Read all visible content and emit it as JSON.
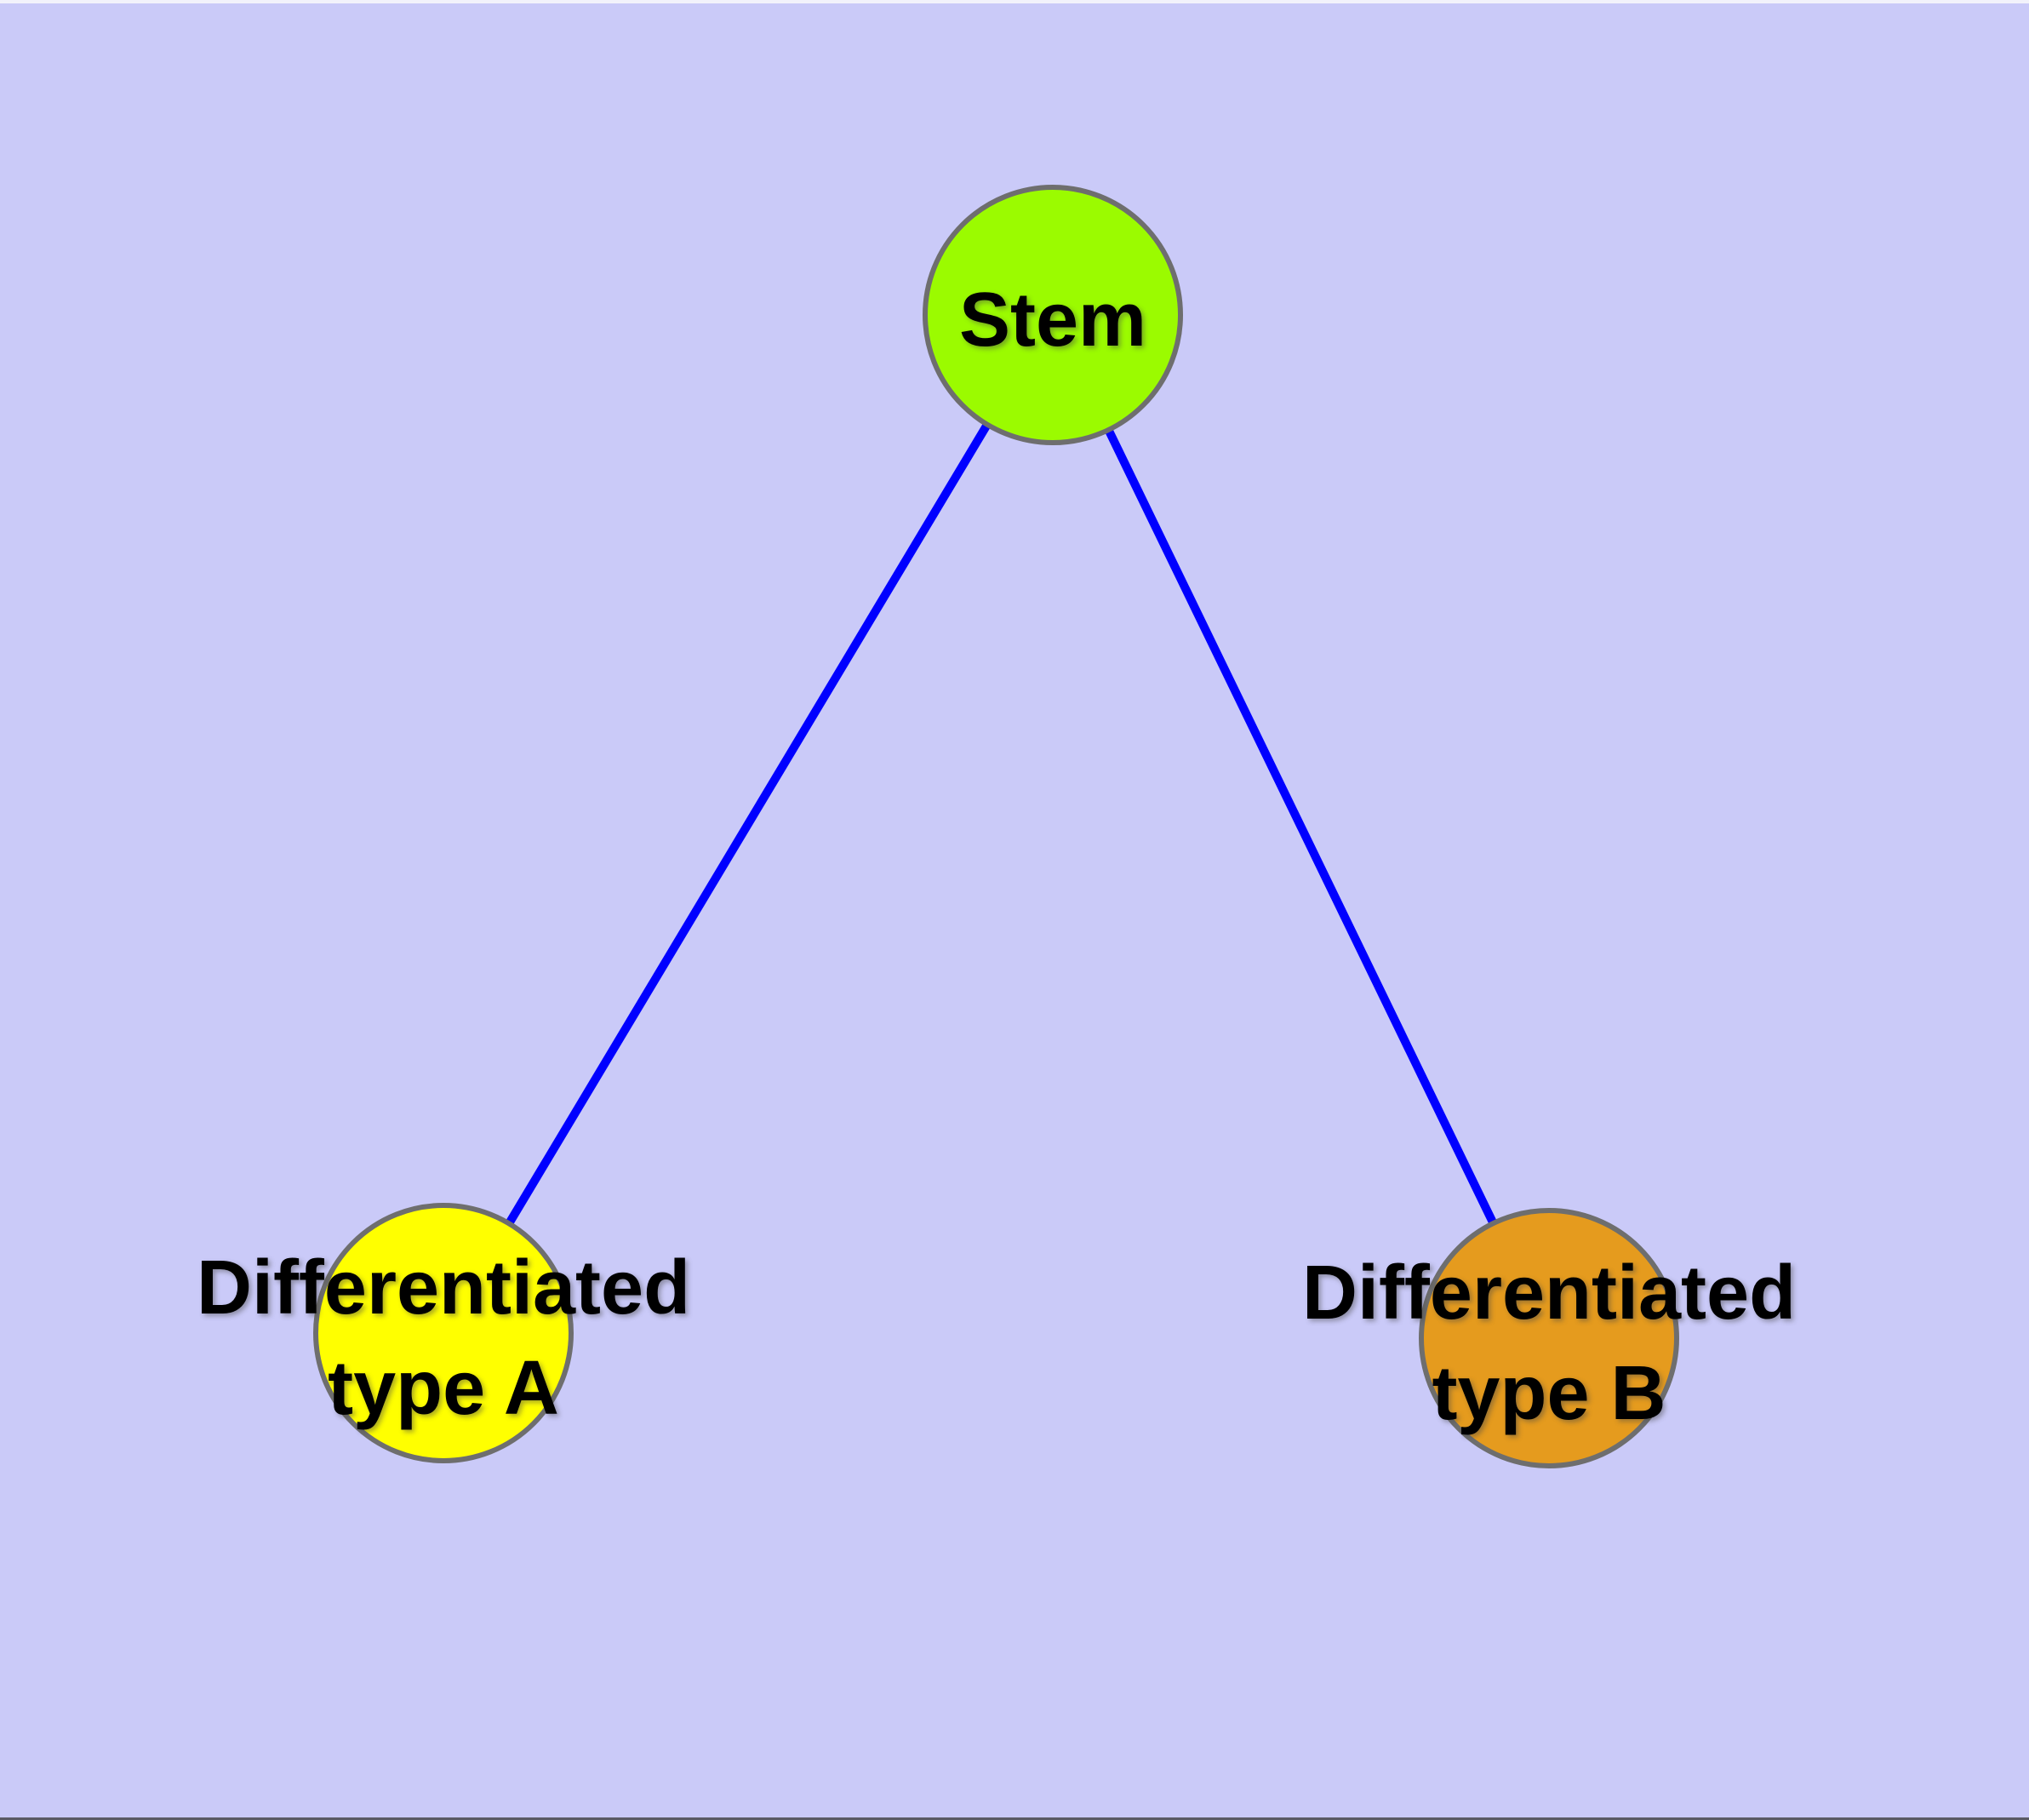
{
  "styles": {
    "background": "#CACAF8",
    "edge_color": "#0000FF",
    "node_border_color": "#6E6E6E",
    "label_color": "#000000"
  },
  "nodes": {
    "stem": {
      "label": "Stem",
      "fill": "#9BFB00"
    },
    "diff_a": {
      "label_line1": "Differentiated",
      "label_line2": "type A",
      "fill": "#FFFF00"
    },
    "diff_b": {
      "label_line1": "Differentiated",
      "label_line2": "type B",
      "fill": "#E59B1E"
    }
  },
  "edges": [
    {
      "from": "stem",
      "to": "diff_a"
    },
    {
      "from": "stem",
      "to": "diff_b"
    }
  ]
}
